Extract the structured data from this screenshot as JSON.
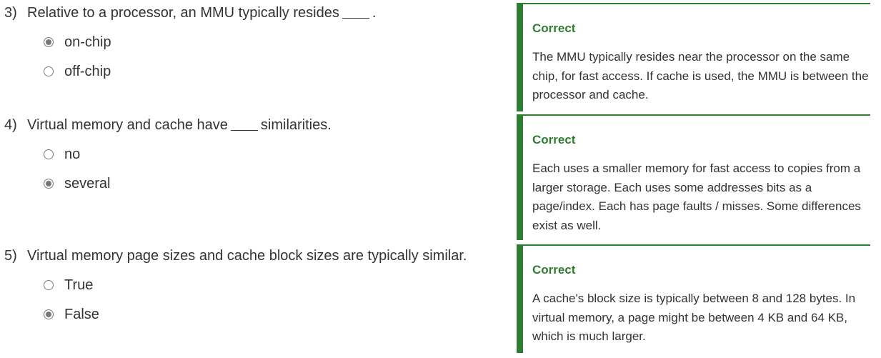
{
  "questions": [
    {
      "number": "3)",
      "text_before": "Relative to a processor, an MMU typically resides",
      "text_after": ".",
      "options": [
        {
          "label": "on-chip",
          "selected": true
        },
        {
          "label": "off-chip",
          "selected": false
        }
      ],
      "feedback": {
        "status": "Correct",
        "explanation": "The MMU typically resides near the processor on the same chip, for fast access. If cache is used, the MMU is between the processor and cache."
      }
    },
    {
      "number": "4)",
      "text_before": "Virtual memory and cache have",
      "text_after": "similarities.",
      "options": [
        {
          "label": "no",
          "selected": false
        },
        {
          "label": "several",
          "selected": true
        }
      ],
      "feedback": {
        "status": "Correct",
        "explanation": "Each uses a smaller memory for fast access to copies from a larger storage. Each uses some addresses bits as a page/index. Each has page faults / misses. Some differences exist as well."
      }
    },
    {
      "number": "5)",
      "text_before": "Virtual memory page sizes and cache block sizes are typically similar.",
      "text_after": "",
      "options": [
        {
          "label": "True",
          "selected": false
        },
        {
          "label": "False",
          "selected": true
        }
      ],
      "feedback": {
        "status": "Correct",
        "explanation": "A cache's block size is typically between 8 and 128 bytes. In virtual memory, a page might be between 4 KB and 64 KB, which is much larger."
      }
    }
  ],
  "colors": {
    "correct_accent": "#2e7d32",
    "text": "#333333",
    "radio_fill": "#777777"
  }
}
